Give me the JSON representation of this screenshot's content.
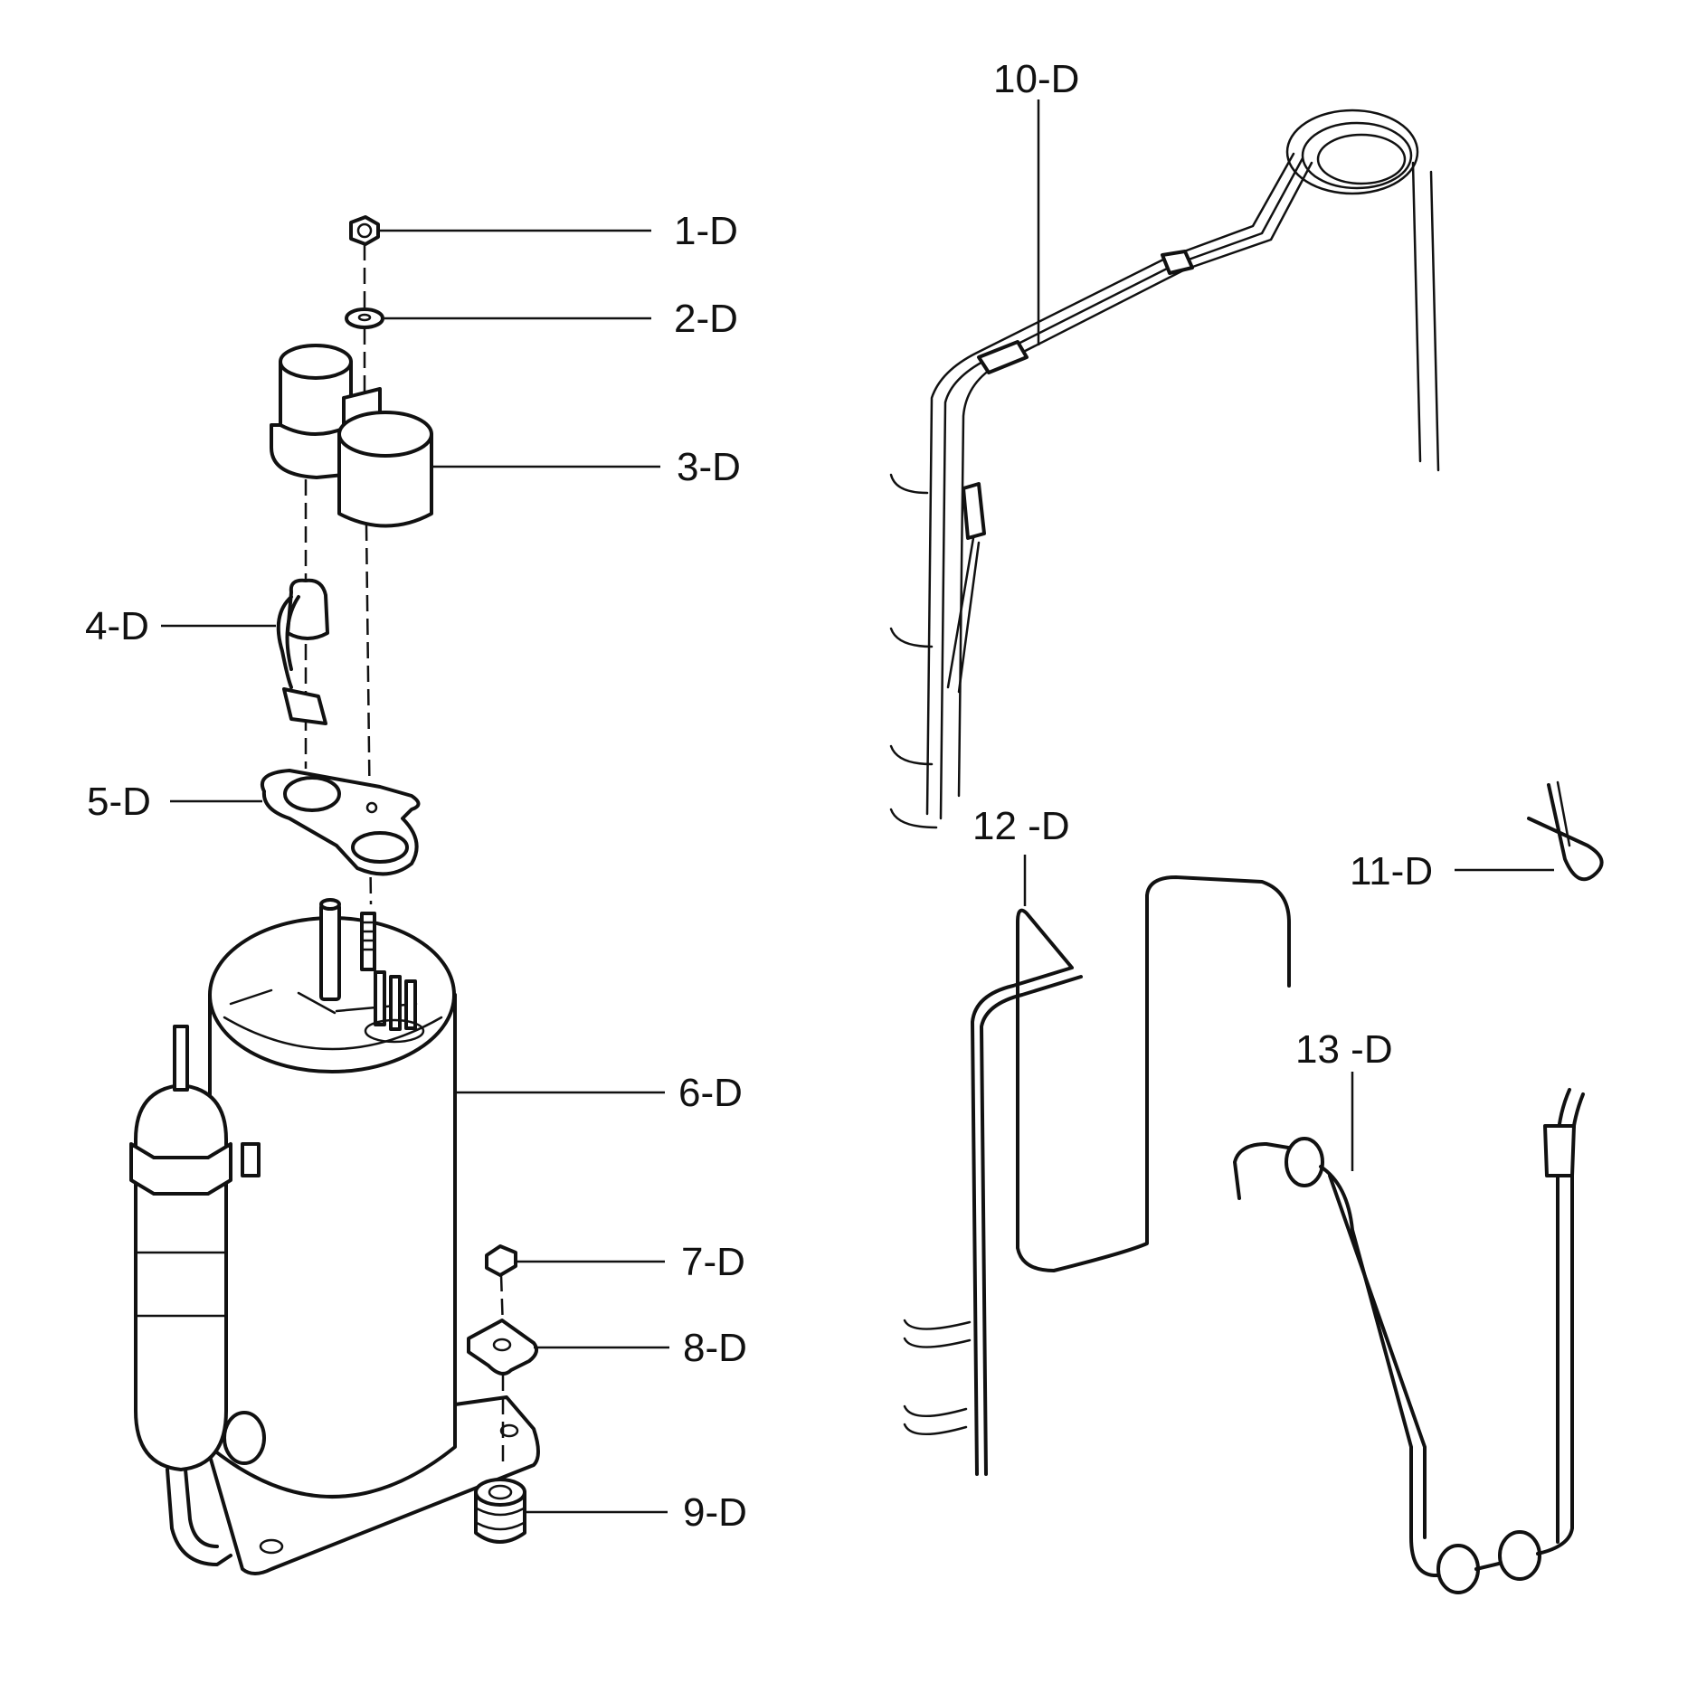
{
  "callouts": [
    {
      "id": "1-D"
    },
    {
      "id": "2-D"
    },
    {
      "id": "3-D"
    },
    {
      "id": "4-D"
    },
    {
      "id": "5-D"
    },
    {
      "id": "6-D"
    },
    {
      "id": "7-D"
    },
    {
      "id": "8-D"
    },
    {
      "id": "9-D"
    },
    {
      "id": "10-D"
    },
    {
      "id": "11-D"
    },
    {
      "id": "12 -D"
    },
    {
      "id": "13 -D"
    }
  ]
}
